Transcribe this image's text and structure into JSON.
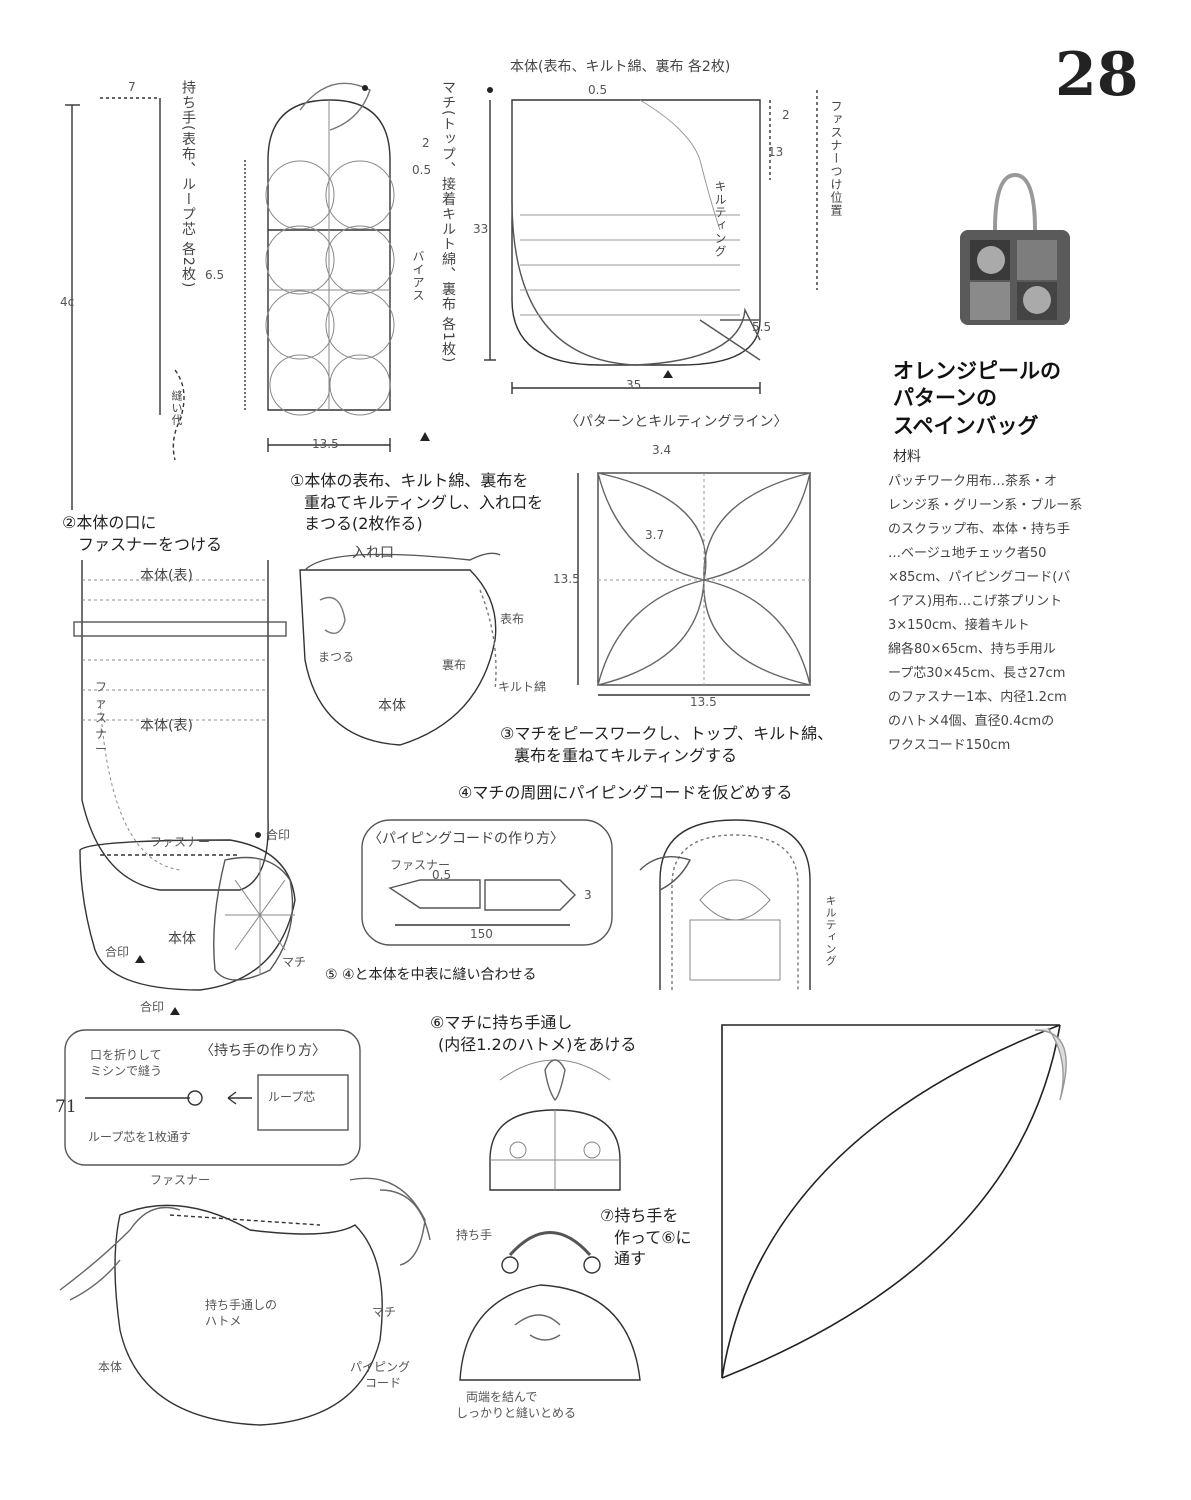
{
  "project_number": "28",
  "title": [
    "オレンジピールの",
    "パターンの",
    "スペインバッグ"
  ],
  "materials_heading": "材料",
  "materials": [
    "パッチワーク用布…茶系・オ",
    "レンジ系・グリーン系・ブルー系",
    "のスクラップ布、本体・持ち手",
    "…ベージュ地チェック者50",
    "×85cm、パイピングコード(バ",
    "イアス)用布…こげ茶プリント",
    "3×150cm、接着キルト",
    "綿各80×65cm、持ち手用ル",
    "ープ芯30×45cm、長さ27cm",
    "のファスナー1本、内径1.2cm",
    "のハトメ4個、直径0.4cmの",
    "ワクスコード150cm"
  ],
  "labels": {
    "body_header": "本体(表布、キルト綿、裏布 各2枚)",
    "handle_vertical": "持ち手(表布、ループ芯 各2枚)",
    "gusset_vertical": "マチ(トップ、接着キルト綿、裏布 各1枚)",
    "zipper_vertical": "ファスナーつけ位置",
    "pattern_heading": "〈パターンとキルティングライン〉",
    "handle_method_heading": "〈持ち手の作り方〉",
    "piping_heading": "〈パイピングコードの作り方〉",
    "dim_7": "7",
    "dim_4c": "4c",
    "dim_6_5": "6.5",
    "dim_13_5": "13.5",
    "dim_0_5a": "0.5",
    "dim_2a": "2",
    "dim_0_5b": "0.5",
    "dim_2b": "2",
    "dim_13": "13",
    "dim_33": "33",
    "dim_35": "35",
    "dim_5_5": "5.5",
    "dim_3_4": "3.4",
    "dim_3_7": "3.7",
    "dim_13_5_side": "13.5",
    "dim_13_5_bottom": "13.5",
    "dim_3": "3",
    "dim_150": "150",
    "dim_0_5c": "0.5",
    "bias_label": "バイアス",
    "mark_dot": "合印",
    "step1": [
      "①本体の表布、キルト綿、裏布を",
      "重ねてキルティングし、入れ口を",
      "まつる(2枚作る)"
    ],
    "step2": [
      "②本体の口に",
      "ファスナーをつける"
    ],
    "step3": [
      "③マチをピースワークし、トップ、キルト綿、",
      "裏布を重ねてキルティングする"
    ],
    "step4": "④マチの周囲にパイピングコードを仮どめする",
    "step5": "⑤ ④と本体を中表に縫い合わせる",
    "step6": [
      "⑥マチに持ち手通し",
      "(内径1.2のハトメ)をあける"
    ],
    "step7": [
      "⑦持ち手を",
      "作って⑥に",
      "通す"
    ],
    "body_front": "本体(表)",
    "body_front2": "本体(表)",
    "body": "本体",
    "body2": "本体",
    "body3": "本体",
    "gusset": "マチ",
    "gusset2": "マチ",
    "fastener": "ファスナー",
    "fastener2": "ファスナー",
    "entrance": "入れ口",
    "whip": "まつる",
    "back_cloth": "裏布",
    "front_cloth": "表布",
    "quilt_batt": "キルト綿",
    "hatome_text": [
      "持ち手通しの",
      "ハトメ"
    ],
    "piping_cord": [
      "パイピング",
      "コード"
    ],
    "handle_knot": [
      "両端を結んで",
      "しっかりと縫いとめる"
    ],
    "loop_label": "ループ芯",
    "loop_note": "ループ芯を1枚通す",
    "fold_note": [
      "口を折りして",
      "ミシンで縫う"
    ],
    "quilt_line": "キルティング",
    "seam_allow": "縫い代",
    "handle_label": "持ち手",
    "page_number": "71"
  }
}
